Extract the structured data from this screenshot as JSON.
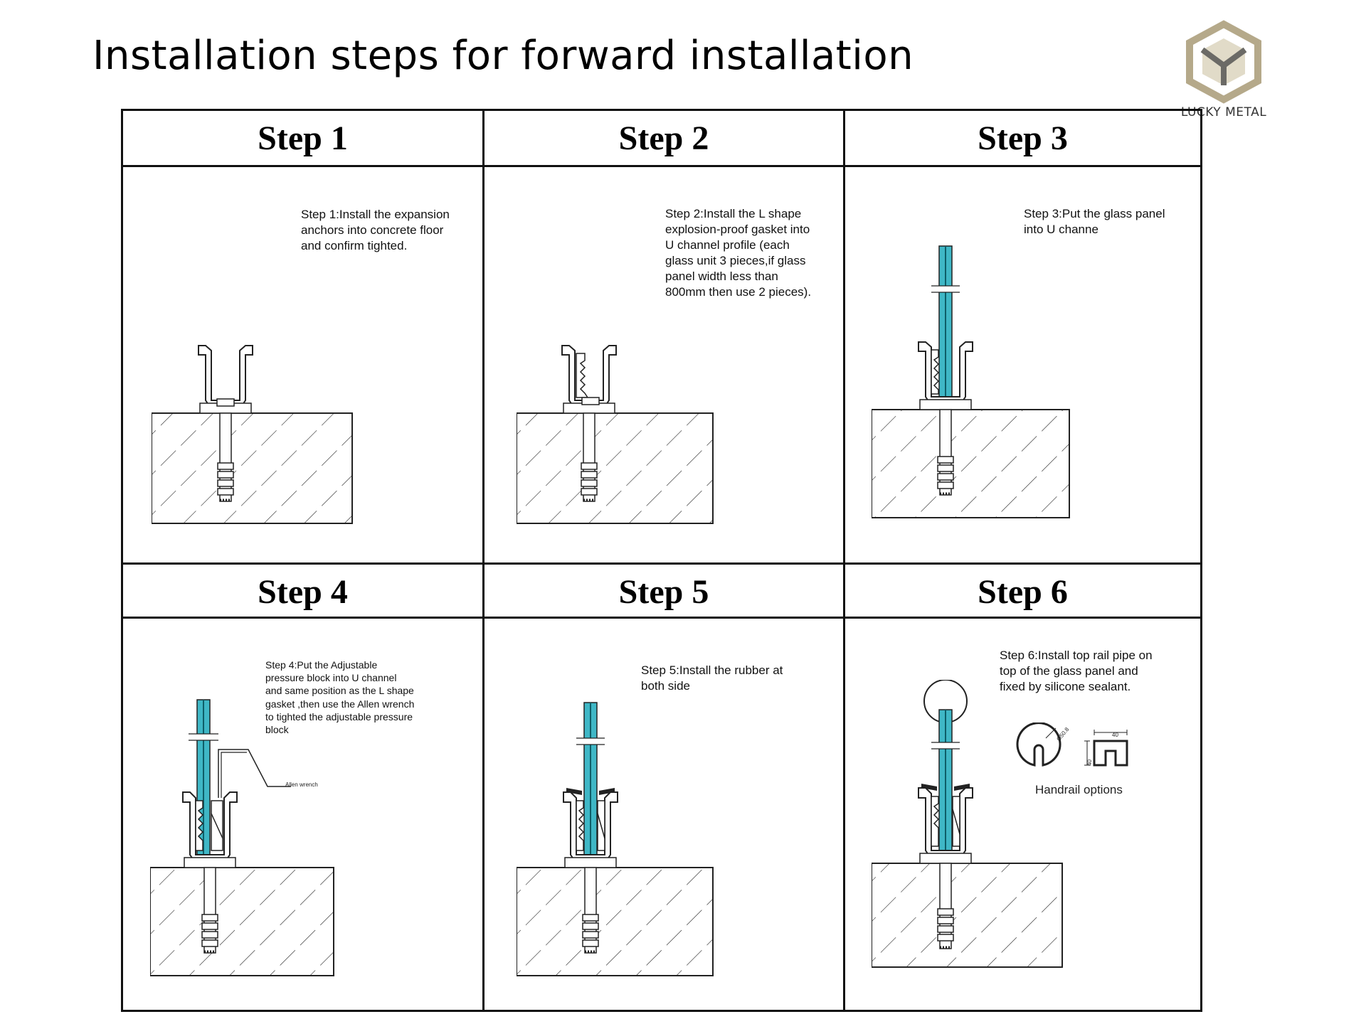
{
  "page": {
    "title": "Installation steps for forward installation"
  },
  "logo": {
    "text": "LUCKY METAL",
    "color": "#b5a98a",
    "accent": "#6b6a66"
  },
  "colors": {
    "glass": "#3fb7c6",
    "line": "#111111"
  },
  "steps": [
    {
      "header": "Step 1",
      "note": "Step 1:Install the expansion anchors into concrete floor and confirm tighted."
    },
    {
      "header": "Step 2",
      "note": "Step 2:Install the L shape explosion-proof gasket into U channel profile (each glass unit 3 pieces,if glass panel width less than 800mm then use 2 pieces)."
    },
    {
      "header": "Step 3",
      "note": "Step 3:Put the glass panel into U channe"
    },
    {
      "header": "Step 4",
      "note": "Step 4:Put the Adjustable pressure block into U channel and same position as the L shape gasket ,then use the Allen wrench to tighted the adjustable pressure block"
    },
    {
      "header": "Step 5",
      "note": "Step 5:Install the rubber at both side"
    },
    {
      "header": "Step 6",
      "note": "Step 6:Install top rail pipe on top of the glass panel and fixed by silicone sealant."
    }
  ],
  "labels": {
    "allen_wrench": "Allen wrench",
    "handrail_options": "Handrail options",
    "dim_round": "Ø50.8",
    "dim_width": "40",
    "dim_height": "40"
  }
}
